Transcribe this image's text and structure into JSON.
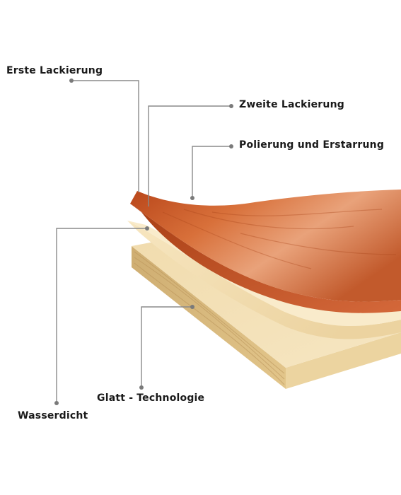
{
  "labels": {
    "erste": "Erste Lackierung",
    "zweite": "Zweite Lackierung",
    "polierung": "Polierung und Erstarrung",
    "glatt": "Glatt - Technologie",
    "wasserdicht": "Wasserdicht"
  },
  "colors": {
    "leader_line": "#8a8a8a",
    "leader_dot": "#7a7a7a",
    "label_text": "#1a1a1a",
    "veneer_dark": "#c0501e",
    "veneer_light": "#e9a27a",
    "cream_layer": "#f3dfb4",
    "board_top": "#efd9a9",
    "board_side": "#d8b87c",
    "board_edge": "#e9cf95"
  }
}
